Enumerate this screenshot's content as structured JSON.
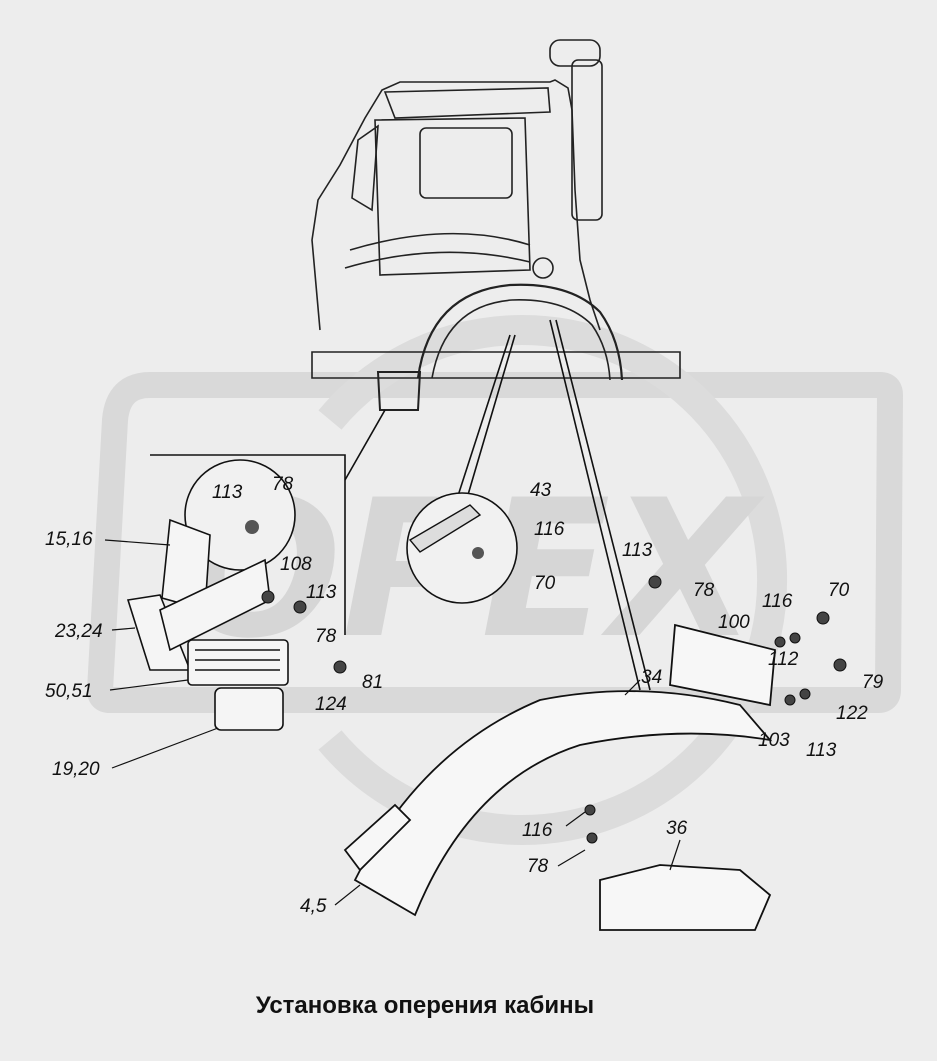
{
  "watermark": "ОРЕХ",
  "caption": "Установка оперения кабины",
  "callouts": [
    {
      "id": "c-15-16",
      "text": "15,16"
    },
    {
      "id": "c-23-24",
      "text": "23,24"
    },
    {
      "id": "c-50-51",
      "text": "50,51"
    },
    {
      "id": "c-19-20",
      "text": "19,20"
    },
    {
      "id": "c-113-a",
      "text": "113"
    },
    {
      "id": "c-78-a",
      "text": "78"
    },
    {
      "id": "c-108",
      "text": "108"
    },
    {
      "id": "c-113-b",
      "text": "113"
    },
    {
      "id": "c-78-b",
      "text": "78"
    },
    {
      "id": "c-81",
      "text": "81"
    },
    {
      "id": "c-124",
      "text": "124"
    },
    {
      "id": "c-43",
      "text": "43"
    },
    {
      "id": "c-116-a",
      "text": "116"
    },
    {
      "id": "c-70-a",
      "text": "70"
    },
    {
      "id": "c-113-c",
      "text": "113"
    },
    {
      "id": "c-78-c",
      "text": "78"
    },
    {
      "id": "c-116-b",
      "text": "116"
    },
    {
      "id": "c-70-b",
      "text": "70"
    },
    {
      "id": "c-100",
      "text": "100"
    },
    {
      "id": "c-112",
      "text": "112"
    },
    {
      "id": "c-79",
      "text": "79"
    },
    {
      "id": "c-34",
      "text": "34"
    },
    {
      "id": "c-122",
      "text": "122"
    },
    {
      "id": "c-103",
      "text": "103"
    },
    {
      "id": "c-113-d",
      "text": "113"
    },
    {
      "id": "c-116-c",
      "text": "116"
    },
    {
      "id": "c-36",
      "text": "36"
    },
    {
      "id": "c-78-d",
      "text": "78"
    },
    {
      "id": "c-4-5",
      "text": "4,5"
    }
  ]
}
